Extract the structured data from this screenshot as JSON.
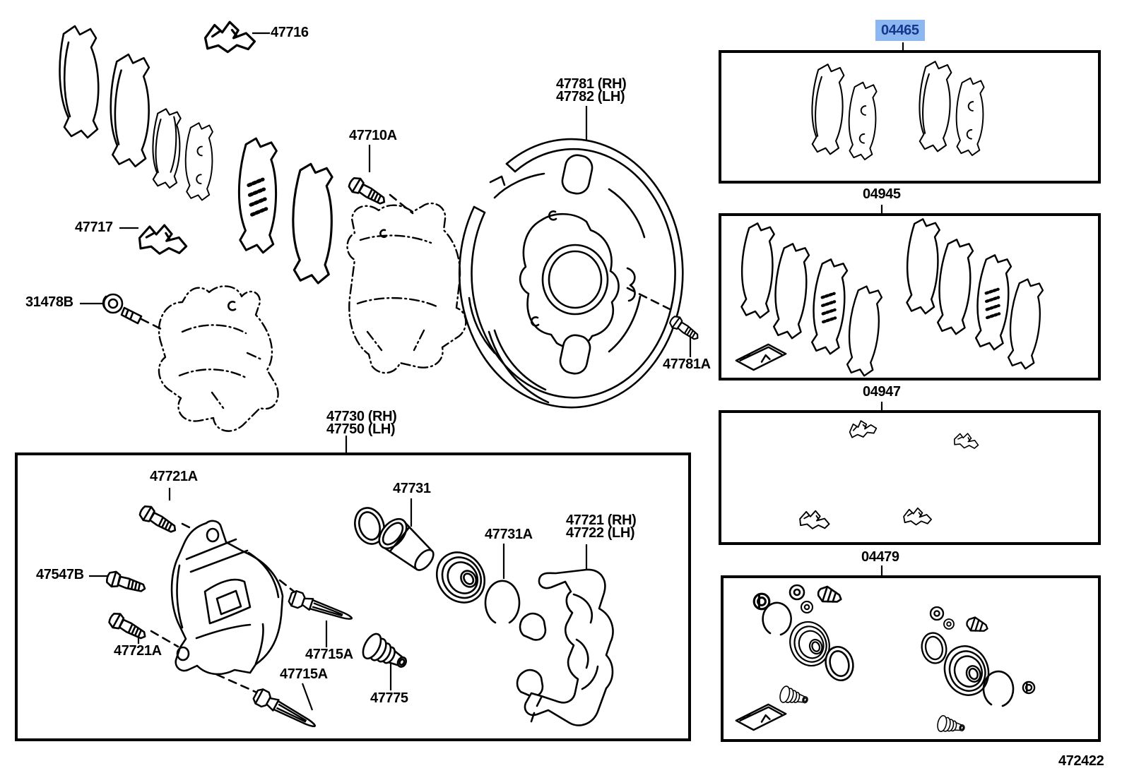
{
  "page": {
    "background": "#ffffff"
  },
  "highlight": {
    "selected_part": "04465",
    "background": "#8cb7f1",
    "text_color": "#14388c"
  },
  "callouts": {
    "p47716": "47716",
    "p47717": "47717",
    "p31478b": "31478B",
    "p47710a": "47710A",
    "p47781_rh": "47781 (RH)",
    "p47782_lh": "47782 (LH)",
    "p47781a": "47781A",
    "p47730_rh": "47730 (RH)",
    "p47750_lh": "47750 (LH)",
    "p47721a_top": "47721A",
    "p47547b": "47547B",
    "p47721a_bottom": "47721A",
    "p47715a_upper": "47715A",
    "p47715a_lower": "47715A",
    "p47731": "47731",
    "p47731a": "47731A",
    "p47721_rh": "47721 (RH)",
    "p47722_lh": "47722 (LH)",
    "p47775": "47775",
    "k04465": "04465",
    "k04945": "04945",
    "k04947": "04947",
    "k04479": "04479",
    "figure_code": "472422"
  }
}
